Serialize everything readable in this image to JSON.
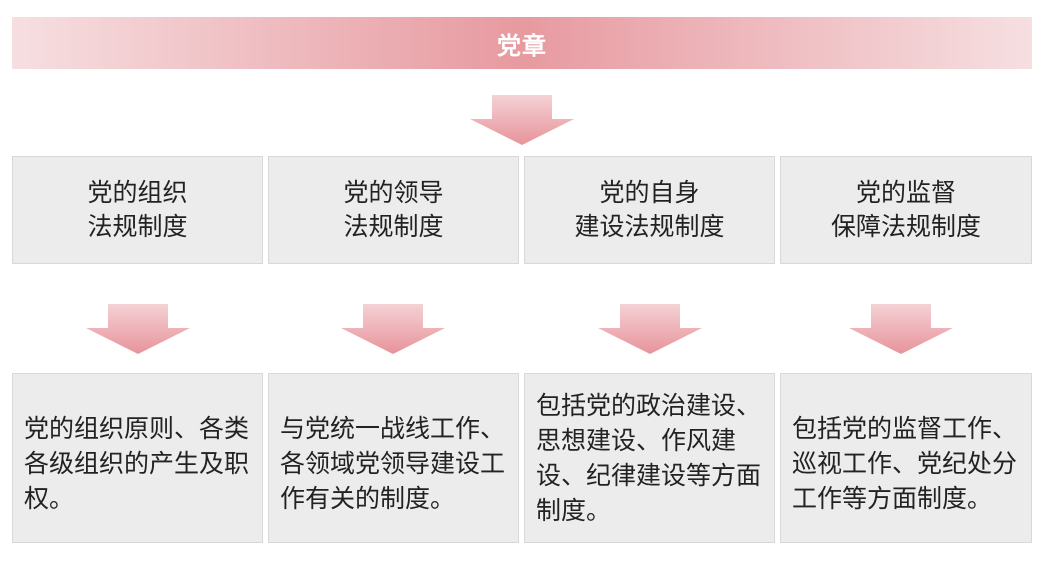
{
  "header": {
    "title": "党章"
  },
  "categories": [
    {
      "label": "党的组织\n法规制度"
    },
    {
      "label": "党的领导\n法规制度"
    },
    {
      "label": "党的自身\n建设法规制度"
    },
    {
      "label": "党的监督\n保障法规制度"
    }
  ],
  "descriptions": [
    {
      "text": "党的组织原则、各类各级组织的产生及职权。"
    },
    {
      "text": "与党统一战线工作、各领域党领导建设工作有关的制度。"
    },
    {
      "text": "包括党的政治建设、思想建设、作风建设、纪律建设等方面制度。"
    },
    {
      "text": "包括党的监督工作、巡视工作、党纪处分工作等方面制度。"
    }
  ],
  "colors": {
    "banner_center": "#e79aa0",
    "banner_edge": "#f6dfe1",
    "arrow": "#eaa0a5",
    "box_fill": "#ececec"
  }
}
